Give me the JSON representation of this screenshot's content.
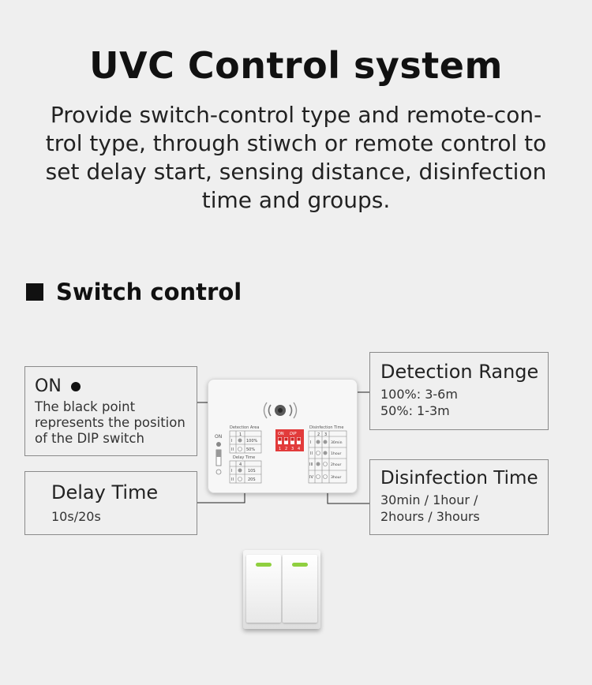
{
  "header": {
    "title": "UVC Control system",
    "subtitle": "Provide switch-control type and remote-con-trol type, through stiwch or remote control to set delay start, sensing distance, disinfection time and groups.",
    "subtitle_lines": [
      "Provide switch-control type and remote-con-",
      "trol type, through stiwch or remote control to",
      "set delay start, sensing distance, disinfection",
      "time and groups."
    ]
  },
  "section": {
    "label": "Switch control"
  },
  "callouts": {
    "on": {
      "title": "ON",
      "desc_lines": [
        "The black point",
        "represents the position",
        "of the DIP switch"
      ]
    },
    "delay": {
      "title": "Delay Time",
      "desc": "10s/20s"
    },
    "range": {
      "title": "Detection Range",
      "line1": "100%: 3-6m",
      "line2": "50%: 1-3m"
    },
    "disinfection": {
      "title": "Disinfection Time",
      "line1": "30min / 1hour /",
      "line2": "2hours / 3hours"
    }
  },
  "device": {
    "side_label": "ON",
    "detection_title": "Detection Area",
    "detection_col": "1",
    "detection_rows": [
      [
        "I",
        "100%"
      ],
      [
        "II",
        "50%"
      ]
    ],
    "delay_title": "Delay Time",
    "delay_col": "4",
    "delay_rows": [
      [
        "I",
        "10S"
      ],
      [
        "II",
        "20S"
      ]
    ],
    "dip_on": "ON",
    "dip_brand": "DIP",
    "dip_numbers": [
      "1",
      "2",
      "3",
      "4"
    ],
    "dis_title": "Disinfection Time",
    "dis_cols": [
      "2",
      "3"
    ],
    "dis_rows": [
      [
        "I",
        "30min"
      ],
      [
        "II",
        "1hour"
      ],
      [
        "III",
        "2hour"
      ],
      [
        "IV",
        "3hour"
      ]
    ]
  },
  "colors": {
    "background": "#efefef",
    "dip_red": "#e23b3b",
    "led_green": "#8fcf3f",
    "callout_border": "#8a8a8a"
  }
}
